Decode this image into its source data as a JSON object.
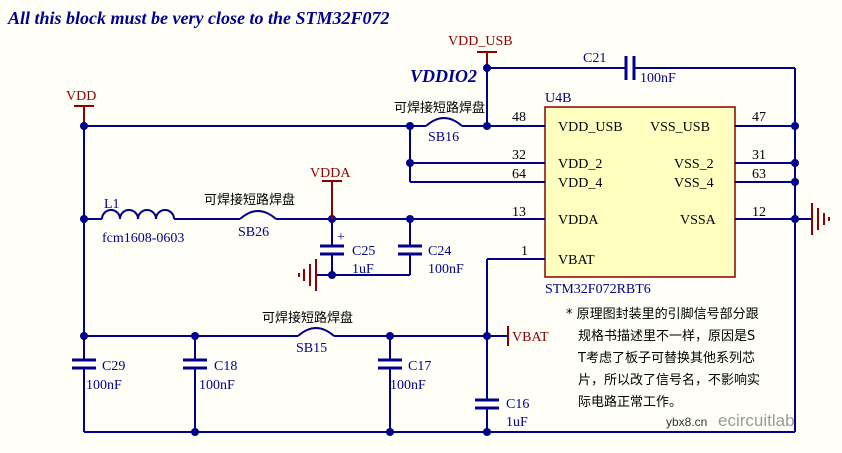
{
  "heading": "All this block must be very close to the STM32F072",
  "net_labels": {
    "vdd_usb": "VDD_USB",
    "vddio2": "VDDIO2",
    "vdd": "VDD",
    "vdda": "VDDA",
    "vbat": "VBAT"
  },
  "chip": {
    "ref": "U4B",
    "part": "STM32F072RBT6",
    "left_pins": [
      {
        "num": "48",
        "name": "VDD_USB"
      },
      {
        "num": "32",
        "name": "VDD_2"
      },
      {
        "num": "64",
        "name": "VDD_4"
      },
      {
        "num": "13",
        "name": "VDDA"
      },
      {
        "num": "1",
        "name": "VBAT"
      }
    ],
    "right_pins": [
      {
        "num": "47",
        "name": "VSS_USB"
      },
      {
        "num": "31",
        "name": "VSS_2"
      },
      {
        "num": "63",
        "name": "VSS_4"
      },
      {
        "num": "12",
        "name": "VSSA"
      }
    ]
  },
  "components": {
    "c21": {
      "ref": "C21",
      "value": "100nF"
    },
    "c25": {
      "ref": "C25",
      "value": "1uF",
      "polarity": "+"
    },
    "c24": {
      "ref": "C24",
      "value": "100nF"
    },
    "c29": {
      "ref": "C29",
      "value": "100nF"
    },
    "c18": {
      "ref": "C18",
      "value": "100nF"
    },
    "c17": {
      "ref": "C17",
      "value": "100nF"
    },
    "c16": {
      "ref": "C16",
      "value": "1uF"
    },
    "l1": {
      "ref": "L1",
      "value": "fcm1608-0603"
    },
    "sb16": {
      "ref": "SB16",
      "label": "可焊接短路焊盘"
    },
    "sb26": {
      "ref": "SB26",
      "label": "可焊接短路焊盘"
    },
    "sb15": {
      "ref": "SB15",
      "label": "可焊接短路焊盘"
    }
  },
  "note": {
    "lines": [
      "* 原理图封装里的引脚信号部分跟",
      "规格书描述里不一样，原因是S",
      "T考虑了板子可替换其他系列芯",
      "片，所以改了信号名，不影响实",
      "际电路正常工作。"
    ]
  },
  "watermark": {
    "left": "ybx8.cn",
    "right": "ecircuitlab"
  },
  "colors": {
    "wire": "#00008b",
    "net": "#8b0000",
    "chip_fill": "#ffffc0",
    "chip_border": "#8b0000"
  }
}
